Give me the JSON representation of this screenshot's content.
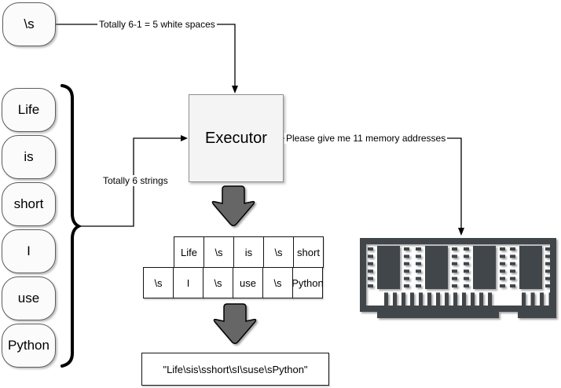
{
  "nodes": {
    "separator": "\\s",
    "strings": [
      "Life",
      "is",
      "short",
      "I",
      "use",
      "Python"
    ],
    "executor": "Executor"
  },
  "labels": {
    "spaces": "Totally 6-1 = 5 white spaces",
    "strings": "Totally 6 strings",
    "memory": "Please give me 11 memory addresses"
  },
  "memory_table": {
    "row1": [
      "Life",
      "\\s",
      "is",
      "\\s",
      "short"
    ],
    "row2": [
      "\\s",
      "I",
      "\\s",
      "use",
      "\\s",
      "Python"
    ]
  },
  "result": "\"Life\\sis\\sshort\\sI\\suse\\sPython\"",
  "icons": {
    "memory": "ram-stick-icon",
    "flow": "block-down-arrow-icon",
    "group": "curly-brace-icon"
  },
  "colors": {
    "node_fill": "#fbfbfb",
    "executor_fill": "#f4f4f4",
    "ram_dark": "#41464b",
    "block_arrow_fill": "#666666",
    "line": "#000000"
  }
}
